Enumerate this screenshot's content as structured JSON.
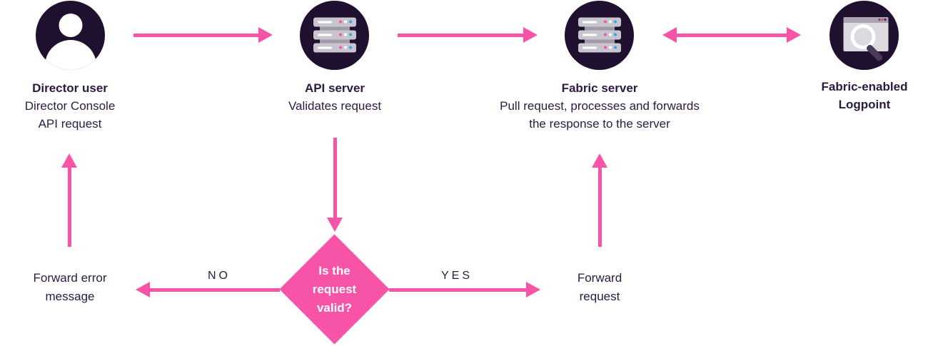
{
  "colors": {
    "pink": "#f753a7",
    "node_circle": "#20102f",
    "text": "#2b1a42",
    "server_bar": "#c9c5ce",
    "server_chassis": "#a09aa8",
    "dot_pink": "#f653a7",
    "dot_white": "#ffffff",
    "dot_blue": "#2aa9e2",
    "browser_body": "#dcd9e0",
    "browser_bar": "#a9a3b2",
    "magnifier_handle": "#493a5c"
  },
  "nodes": [
    {
      "icon": "user-icon",
      "title": "Director user",
      "lines": [
        "Director Console",
        "API request"
      ]
    },
    {
      "icon": "server-stack-icon",
      "title": "API server",
      "lines": [
        "Validates request"
      ]
    },
    {
      "icon": "server-stack-icon",
      "title": "Fabric server",
      "lines": [
        "Pull request, processes and forwards",
        "the response to the server"
      ]
    },
    {
      "icon": "browser-search-icon",
      "title": "Fabric-enabled",
      "lines": [
        "Logpoint"
      ]
    }
  ],
  "decision": {
    "lines": [
      "Is the",
      "request",
      "valid?"
    ]
  },
  "branches": {
    "no": "NO",
    "yes": "YES"
  },
  "results": {
    "no": {
      "lines": [
        "Forward error",
        "message"
      ]
    },
    "yes": {
      "lines": [
        "Forward",
        "request"
      ]
    }
  }
}
